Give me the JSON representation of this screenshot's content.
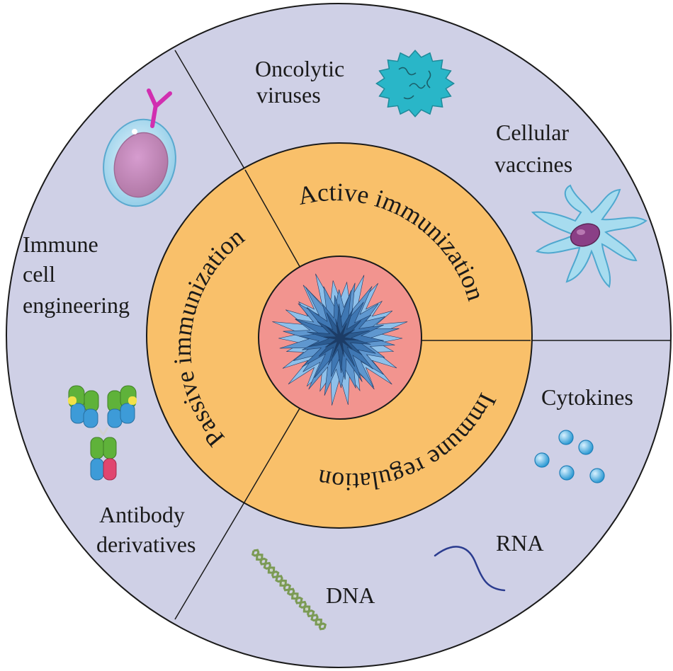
{
  "ring_labels": {
    "active": "Active immunization",
    "regulation": "Immune regulation",
    "passive": "Passive immunization"
  },
  "outer_labels": {
    "oncolytic_1": "Oncolytic",
    "oncolytic_2": "viruses",
    "cellular_1": "Cellular",
    "cellular_2": "vaccines",
    "immune_1": "Immune",
    "immune_2": "cell",
    "immune_3": "engineering",
    "cytokines": "Cytokines",
    "rna": "RNA",
    "dna": "DNA",
    "antibody_1": "Antibody",
    "antibody_2": "derivatives"
  },
  "colors": {
    "outer_ring": "#cfd0e6",
    "middle_ring": "#f9c06a",
    "inner_circle": "#f2948f",
    "tumor": "#4a86c2",
    "virus": "#29b6c8",
    "dendritic_cell": "#9fd7ec",
    "nucleus": "#8a3f86",
    "cytokine": "#3aa7dc",
    "dna_helix": "#7b9a55",
    "rna_strand": "#2b3c8f"
  }
}
